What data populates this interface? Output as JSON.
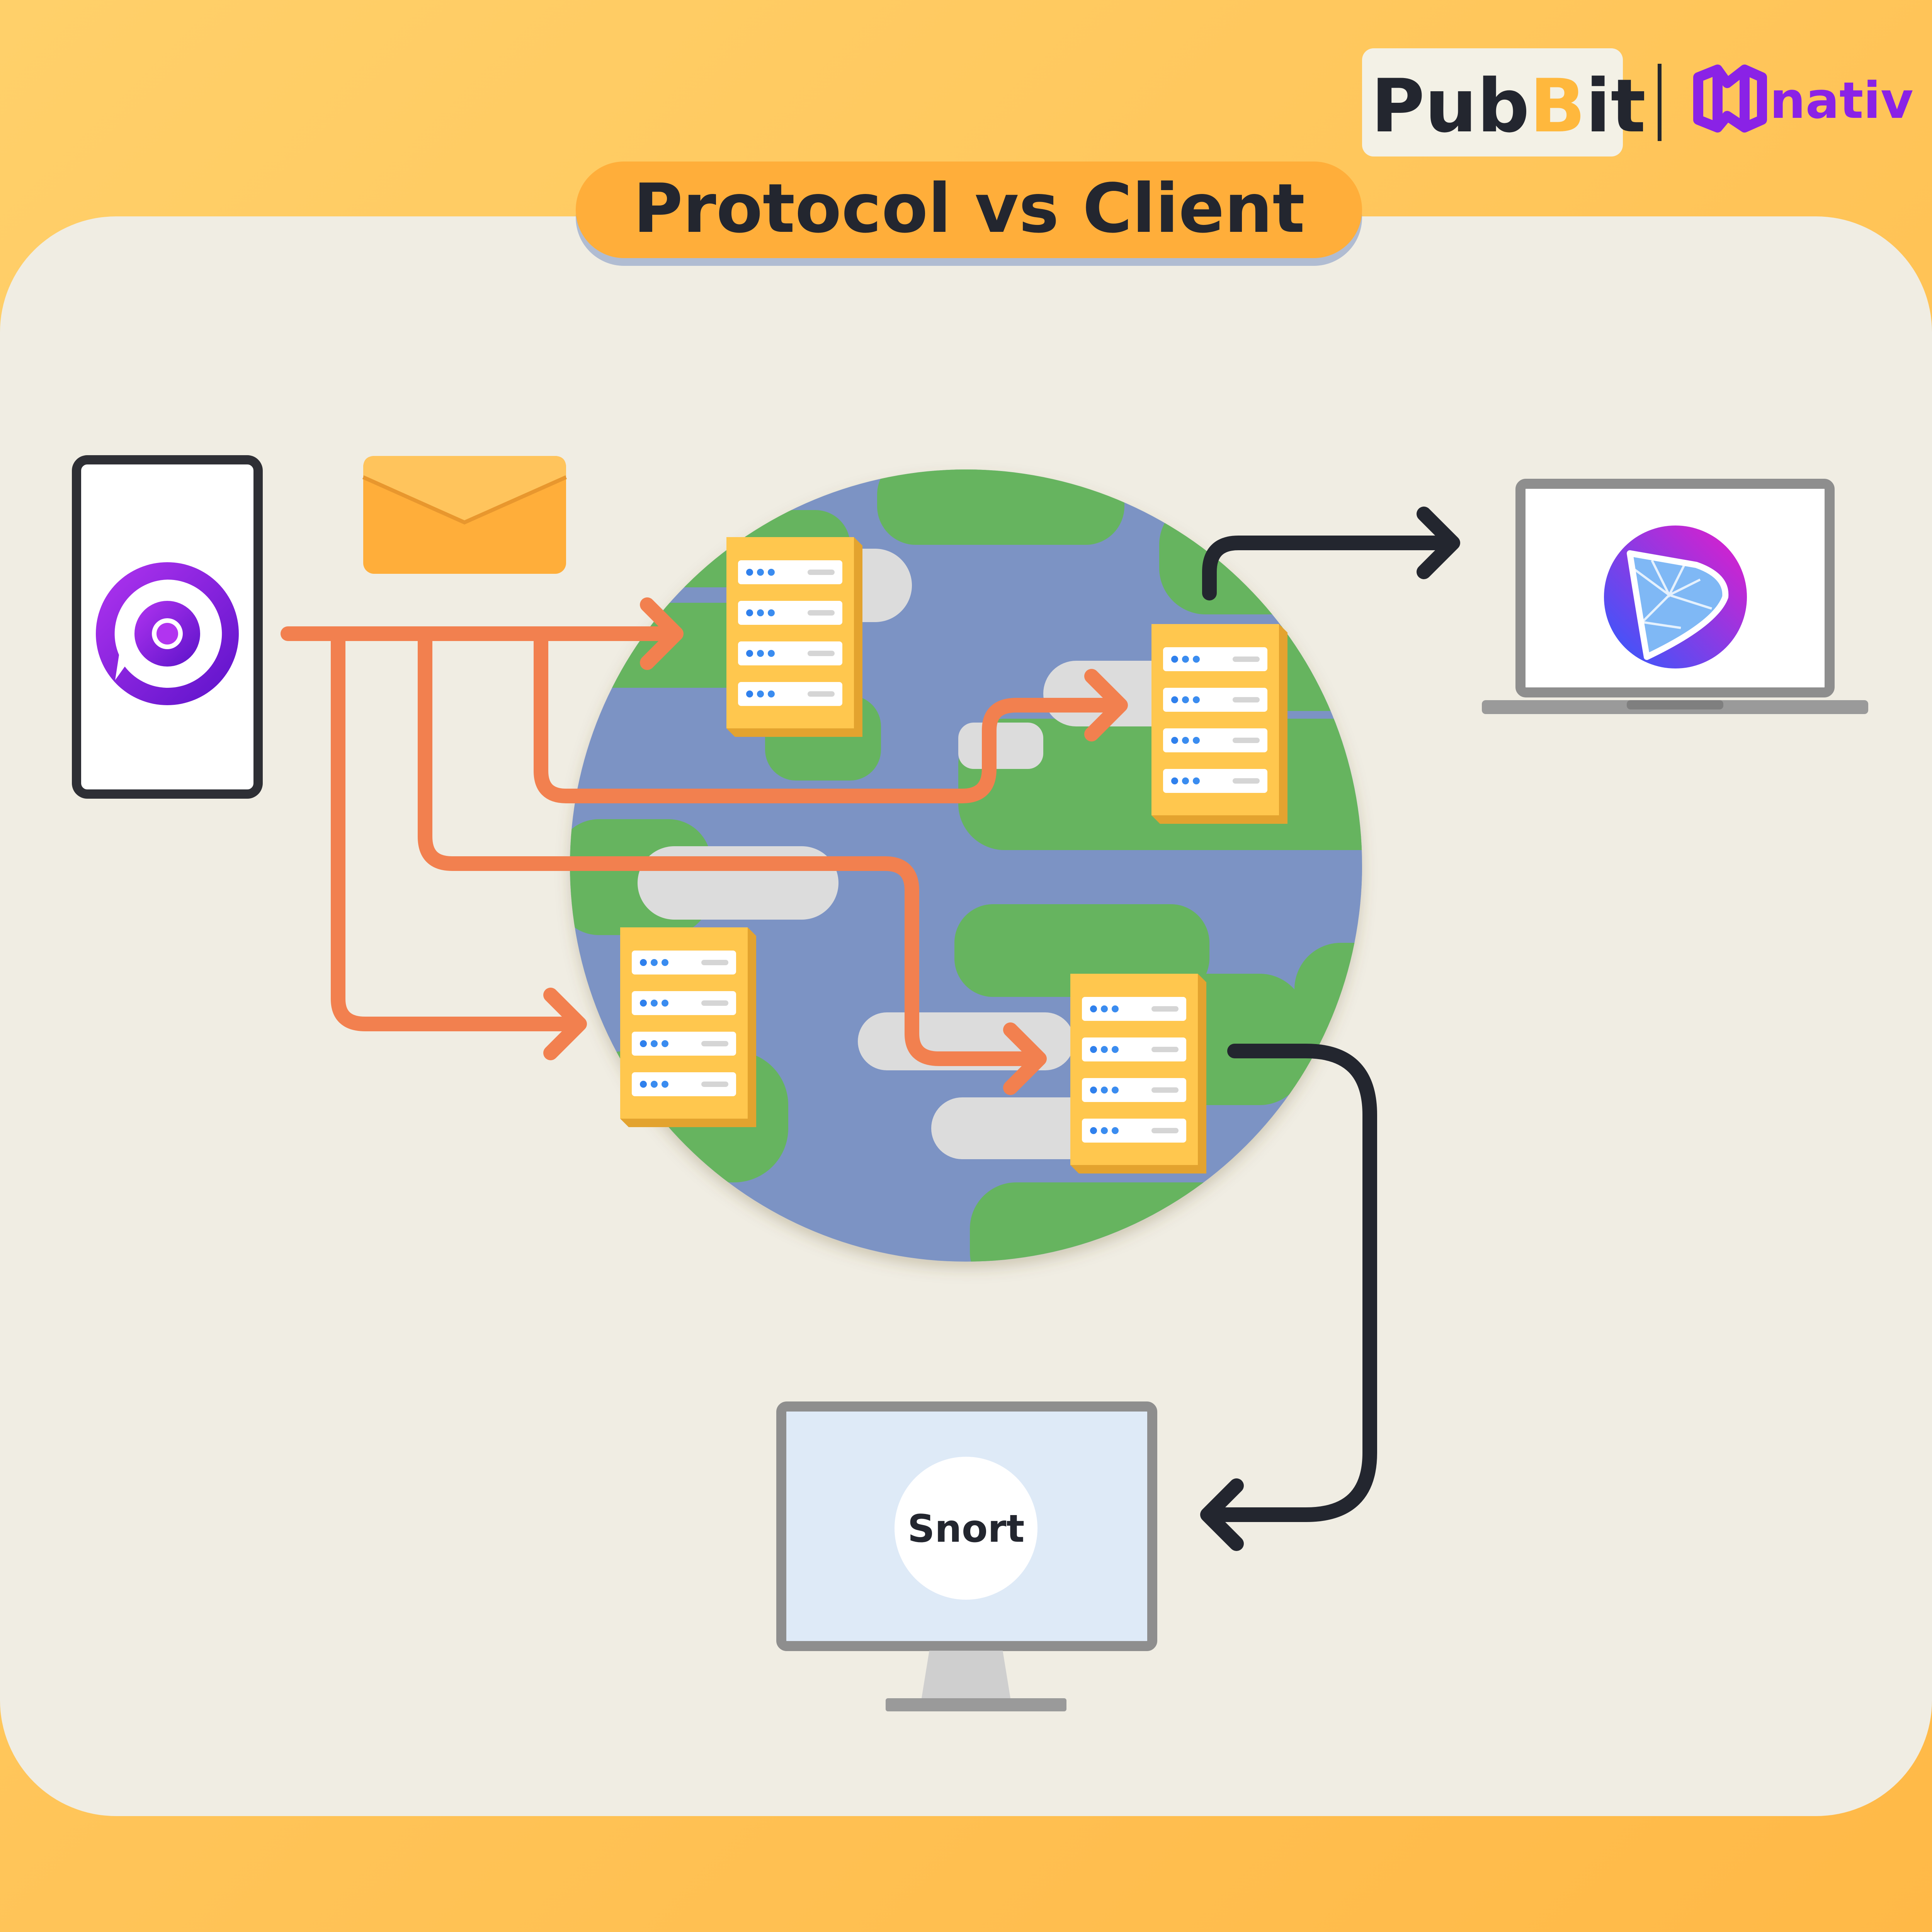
{
  "title": "Protocol vs Client",
  "brand": {
    "pubbit_prefix": "Pub",
    "pubbit_letter": "B",
    "pubbit_suffix": "it",
    "nativ": "nativ"
  },
  "clients": {
    "desktop_label": "Snort"
  },
  "icons": {
    "phone_app": "chat-app-icon",
    "laptop_app": "gem-app-icon",
    "message": "envelope-icon",
    "relay": "server-icon"
  },
  "colors": {
    "background": "#FFC45C",
    "panel": "#F0EDE3",
    "title_pill": "#FFAE3A",
    "ocean": "#7B93C4",
    "land": "#66B45E",
    "cloud": "#DCDCDC",
    "server": "#FFC74E",
    "flow_orange": "#F2804F",
    "flow_dark": "#23262F",
    "purple": "#8A22E6"
  }
}
